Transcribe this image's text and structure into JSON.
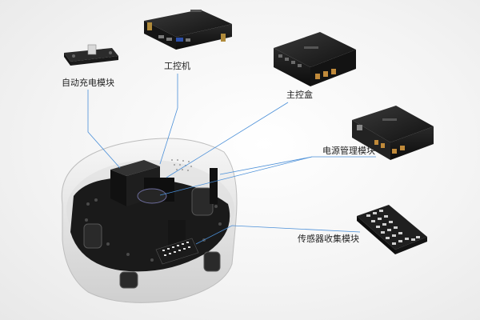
{
  "labels": {
    "charging_module": "自动充电模块",
    "ipc": "工控机",
    "main_box": "主控盒",
    "power_module": "电源管理模块",
    "sensor_module": "传感器收集模块"
  },
  "colors": {
    "leader_line": "#4a8fd8",
    "device_dark": "#1c1c1c",
    "robot_shell": "#e9e9e9"
  }
}
